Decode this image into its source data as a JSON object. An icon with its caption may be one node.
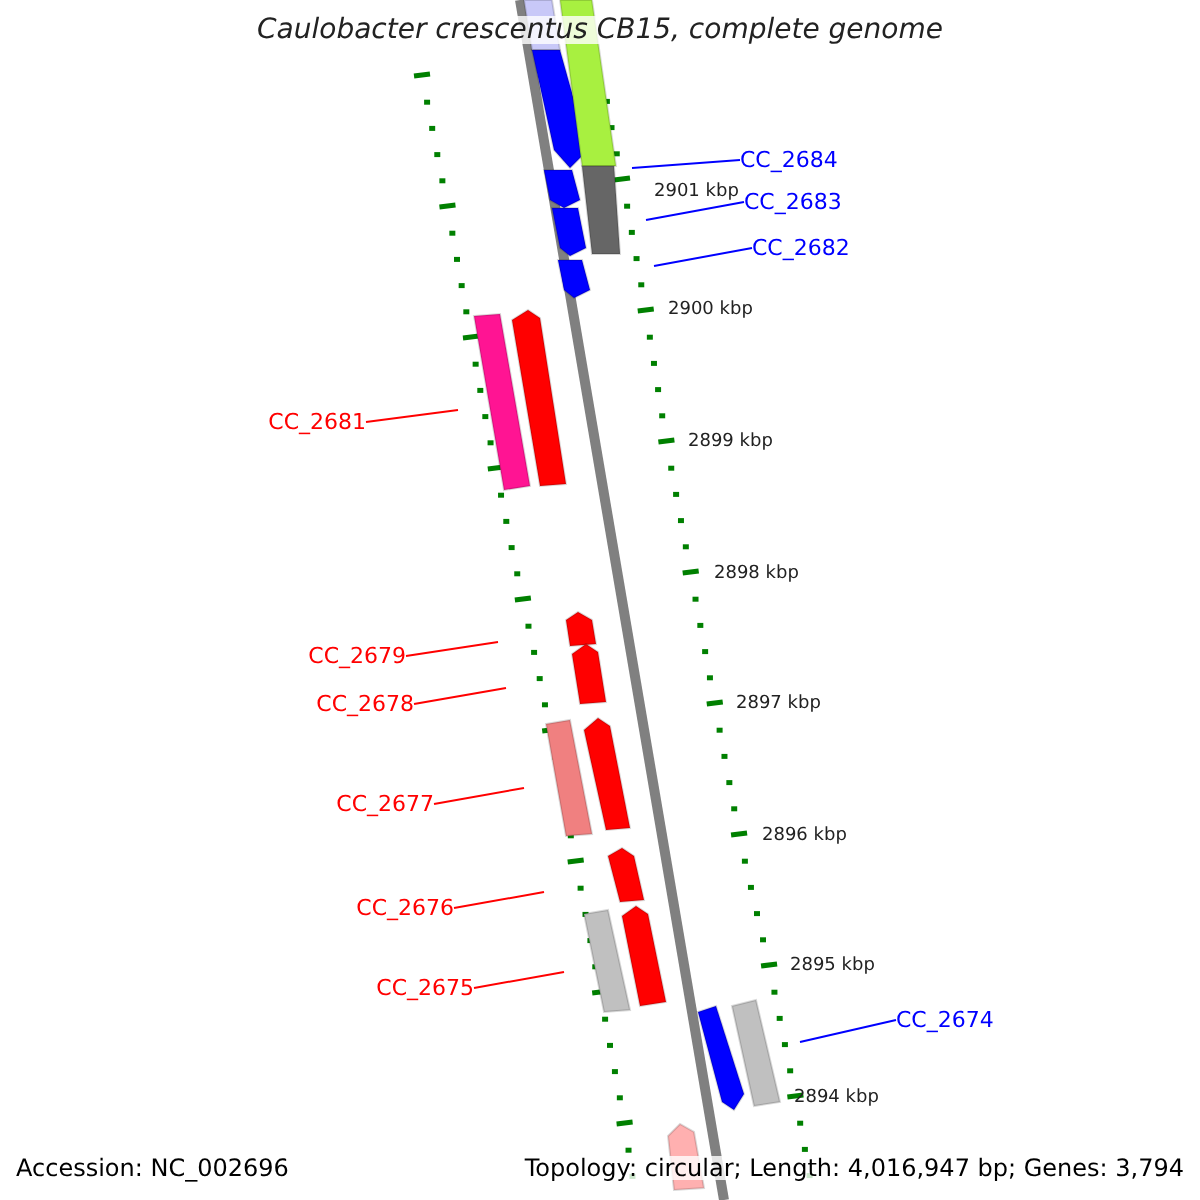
{
  "diagram": {
    "title": "Caulobacter crescentus CB15, complete genome",
    "nodes": [
      {
        "text": [
          "CC_2684"
        ]
      },
      {
        "text": [
          "CC_2683"
        ]
      },
      {
        "text": [
          "CC_2682"
        ]
      },
      {
        "text": [
          "CC_2681"
        ]
      },
      {
        "text": [
          "CC_2679"
        ]
      },
      {
        "text": [
          "CC_2678"
        ]
      },
      {
        "text": [
          "CC_2677"
        ]
      },
      {
        "text": [
          "CC_2676"
        ]
      },
      {
        "text": [
          "CC_2675"
        ]
      },
      {
        "text": [
          "CC_2674"
        ]
      }
    ],
    "edges": [
      {
        "from": 0,
        "to": null,
        "arrow": "none",
        "color": "#0000ff"
      },
      {
        "from": 1,
        "to": null,
        "arrow": "none",
        "color": "#0000ff"
      },
      {
        "from": 2,
        "to": null,
        "arrow": "none",
        "color": "#0000ff"
      },
      {
        "from": 3,
        "to": null,
        "arrow": "none"
      },
      {
        "from": 4,
        "to": null,
        "arrow": "none"
      },
      {
        "from": 5,
        "to": null,
        "arrow": "none"
      },
      {
        "from": 6,
        "to": null,
        "arrow": "none"
      },
      {
        "from": 7,
        "to": null,
        "arrow": "none"
      },
      {
        "from": 8,
        "to": null,
        "arrow": "none"
      },
      {
        "from": 9,
        "to": null,
        "arrow": "none",
        "color": "#0000ff"
      }
    ],
    "labels": [
      "2901 kbp",
      "2900 kbp",
      "2899 kbp",
      "2898 kbp",
      "2897 kbp",
      "2896 kbp",
      "2895 kbp",
      "2894 kbp",
      "Accession: NC_002696",
      "Topology: circular; Length: 4,016,947 bp; Genes: 3,794"
    ]
  }
}
